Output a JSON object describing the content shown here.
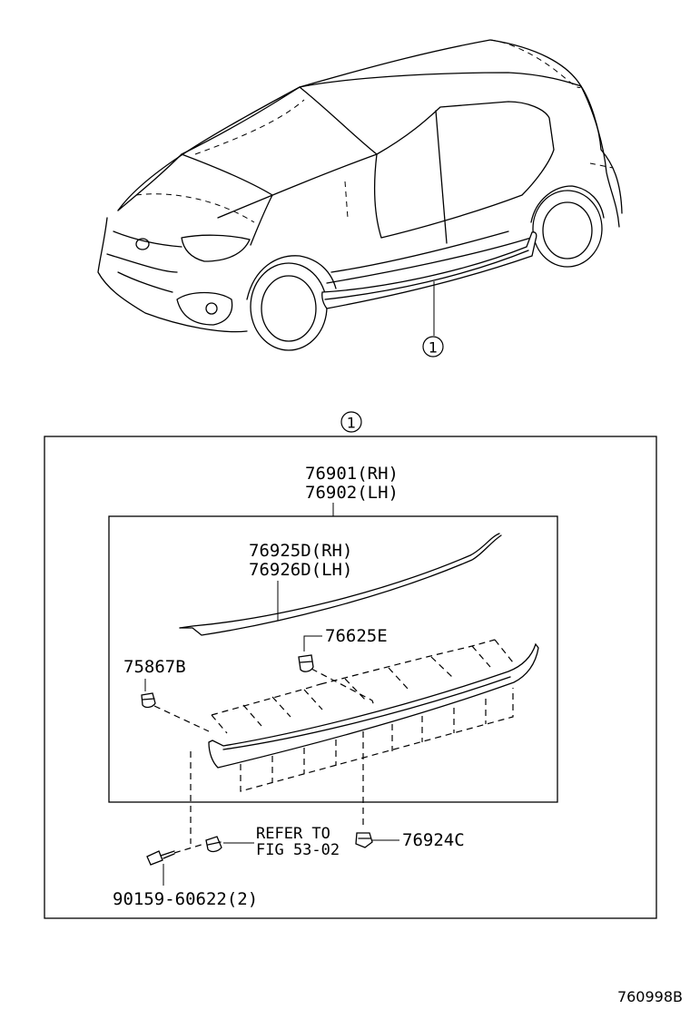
{
  "callouts": {
    "car": "1",
    "box": "1"
  },
  "parts": {
    "assembly_rh": "76901(RH)",
    "assembly_lh": "76902(LH)",
    "moulding_rh": "76925D(RH)",
    "moulding_lh": "76926D(LH)",
    "clip_upper": "76625E",
    "clip_left": "75867B",
    "nut": "76924C",
    "screw": "90159-60622(2)"
  },
  "refer": {
    "line1": "REFER TO",
    "line2": "FIG 53-02"
  },
  "figure_id": "760998B"
}
